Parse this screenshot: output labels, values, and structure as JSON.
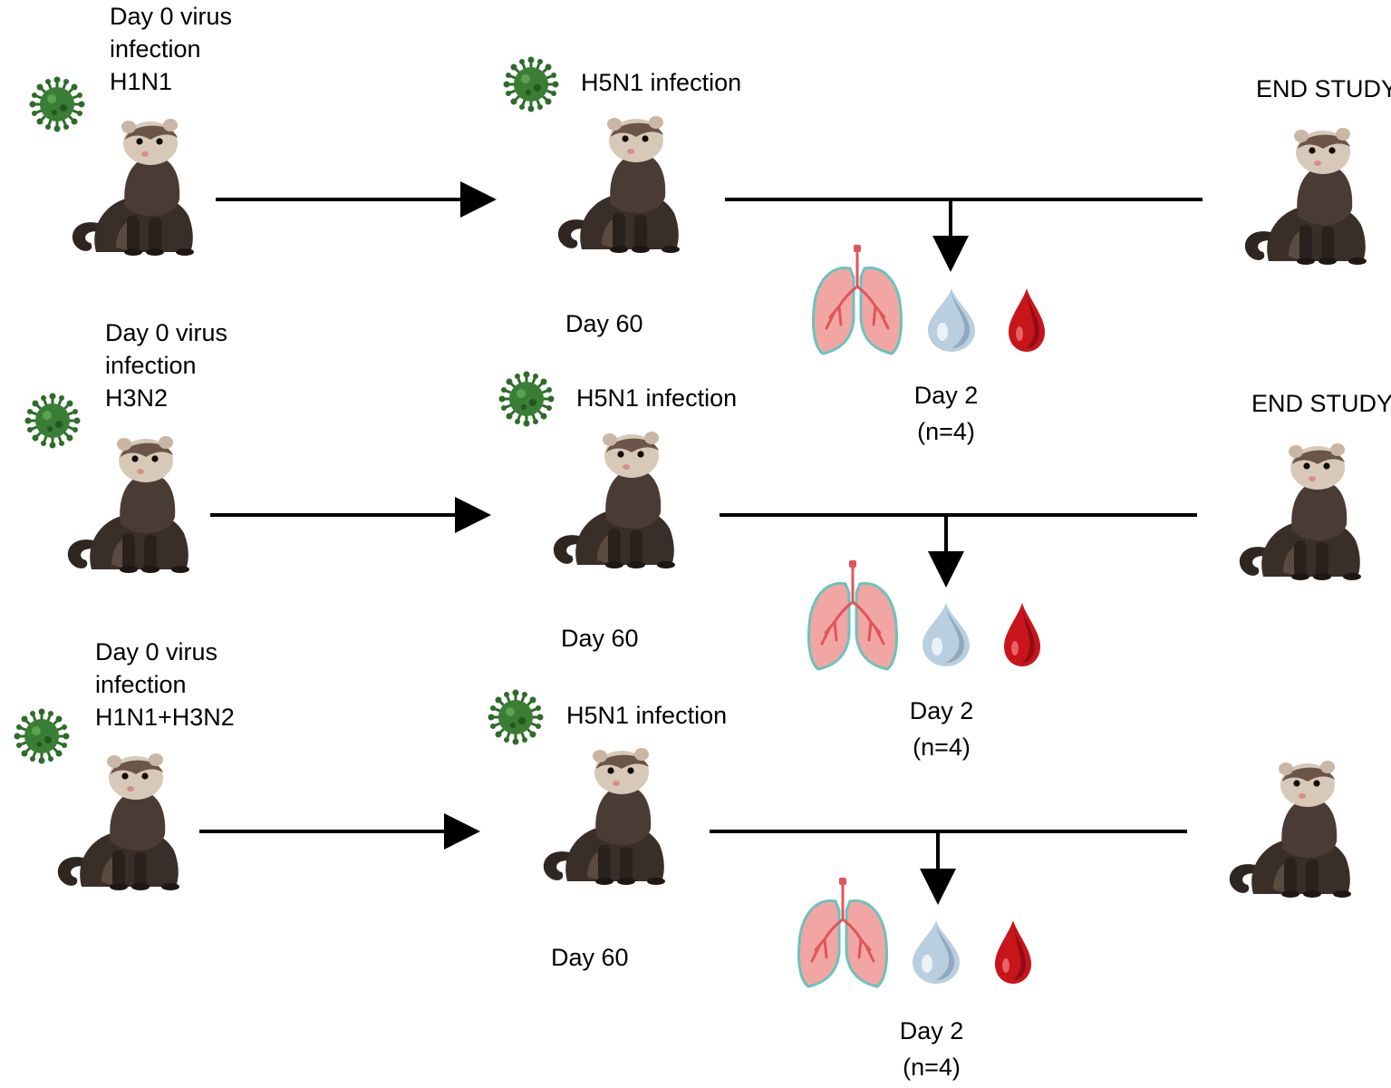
{
  "rows": [
    {
      "start_line1": "Day 0 virus",
      "start_line2": "infection",
      "start_line3": "H1N1",
      "challenge_label": "H5N1 infection",
      "day_mid": "Day 60",
      "end_label": "END STUDY",
      "sample_day": "Day 2",
      "sample_n": "(n=4)"
    },
    {
      "start_line1": "Day 0 virus",
      "start_line2": "infection",
      "start_line3": "H3N2",
      "challenge_label": "H5N1 infection",
      "day_mid": "Day 60",
      "end_label": "END STUDY",
      "sample_day": "Day 2",
      "sample_n": "(n=4)"
    },
    {
      "start_line1": "Day 0 virus",
      "start_line2": "infection",
      "start_line3": "H1N1+H3N2",
      "challenge_label": "H5N1 infection",
      "day_mid": "Day 60",
      "end_label": "",
      "sample_day": "Day 2",
      "sample_n": "(n=4)"
    }
  ],
  "icons": {
    "virus": "virus-icon",
    "ferret": "ferret-icon",
    "lungs": "lungs-icon",
    "droplet": "water-droplet-icon",
    "blood": "blood-drop-icon"
  },
  "colors": {
    "virus": "#2e6b2a",
    "lungs": "#f2a6a3",
    "lungs_outline": "#6cc2bd",
    "trachea": "#e0555a",
    "droplet": "#b9cfe0",
    "blood": "#c8141b",
    "ferret_dark": "#2f2622",
    "ferret_light": "#d8c8b8"
  }
}
